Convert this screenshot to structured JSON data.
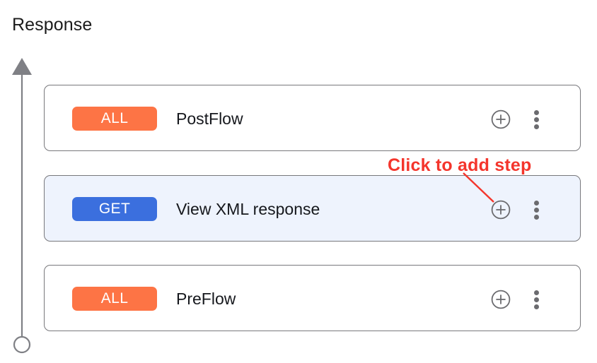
{
  "page": {
    "title": "Response",
    "flow_arrow": {
      "icon": "upward-flow-arrow",
      "direction": "up",
      "stroke_color": "#7f8085"
    }
  },
  "colors": {
    "badge_all": "#fd7445",
    "badge_get": "#3b6fde",
    "card_border": "#78787c",
    "card_selected_background": "#eef3fd",
    "annotation_red": "#f4352c",
    "icon_gray": "#6b6b6f",
    "text_primary": "#16181d"
  },
  "steps": [
    {
      "method": "ALL",
      "method_color": "#fd7445",
      "name": "PostFlow",
      "selected": false,
      "add_icon": "plus-circle-icon",
      "menu_icon": "more-vertical-icon"
    },
    {
      "method": "GET",
      "method_color": "#3b6fde",
      "name": "View XML response",
      "selected": true,
      "add_icon": "plus-circle-icon",
      "menu_icon": "more-vertical-icon"
    },
    {
      "method": "ALL",
      "method_color": "#fd7445",
      "name": "PreFlow",
      "selected": false,
      "add_icon": "plus-circle-icon",
      "menu_icon": "more-vertical-icon"
    }
  ],
  "annotation": {
    "text": "Click to add step",
    "color": "#f4352c",
    "pointer": "leader-line"
  }
}
